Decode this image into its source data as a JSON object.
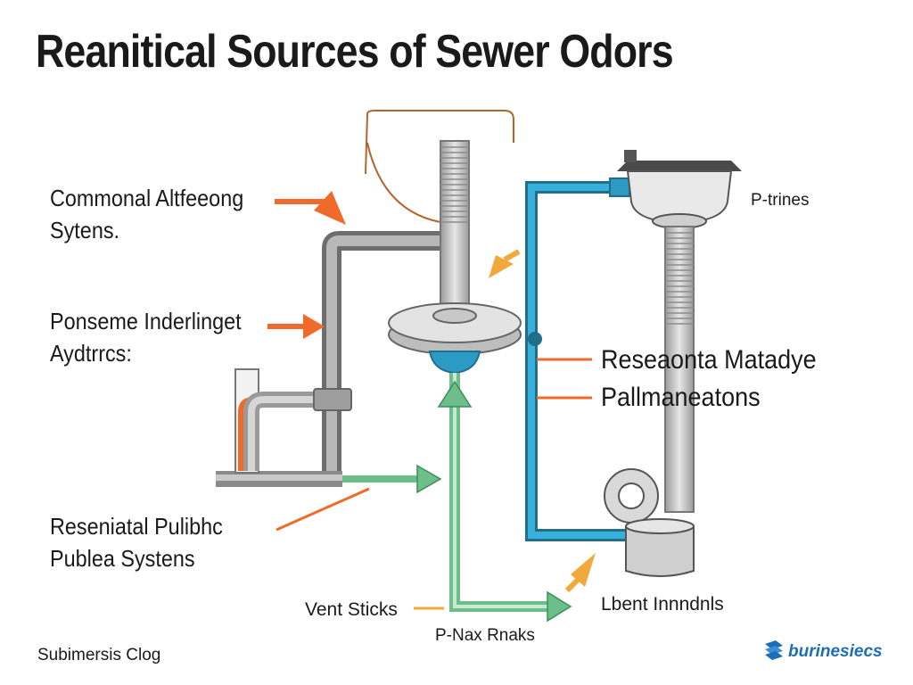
{
  "title": "Reanitical Sources of Sewer Odors",
  "labels": {
    "left_1_line1": "Commonal Altfeeong",
    "left_1_line2": "Sytens.",
    "left_2_line1": "Ponseme Inderlinget",
    "left_2_line2": "Aydtrrcs:",
    "left_3_line1": "Reseniatal Pulibhc",
    "left_3_line2": "Publea Systens",
    "right_ptrap": "P-trines",
    "right_big_1": "Reseaonta Matadye",
    "right_big_2": "Pallmaneatons",
    "vent_stacks": "Vent Sticks",
    "bottom_center": "P-Nax Rnaks",
    "bottom_right": "Lbent Innndnls",
    "bottom_left": "Subimersis Clog"
  },
  "logo": {
    "text": "burinesiecs"
  },
  "colors": {
    "orange": "#ef6a2b",
    "blue": "#2b9bc4",
    "green": "#6cbf8a",
    "gray": "#8a8a8a",
    "brown": "#b5652a",
    "logo_blue": "#1c6fb6"
  }
}
